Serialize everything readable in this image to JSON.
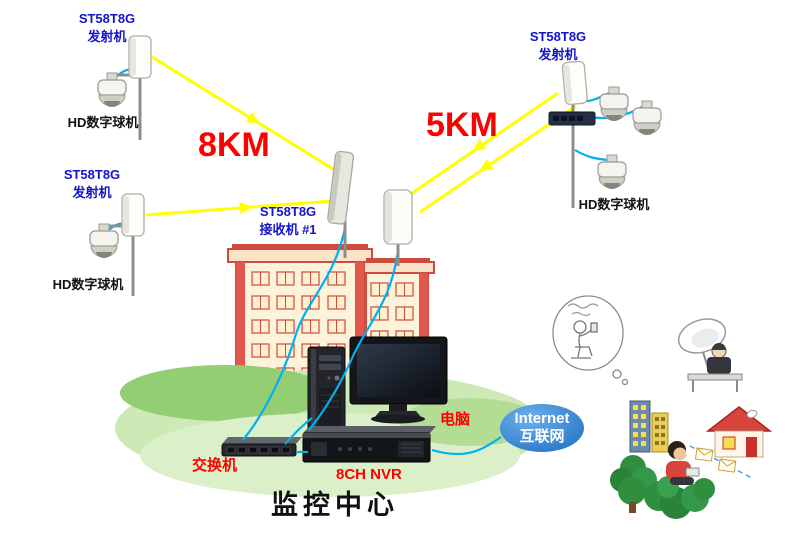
{
  "transmitters": [
    {
      "model": "ST58T8G",
      "type": "发射机",
      "camera": "HD数字球机"
    },
    {
      "model": "ST58T8G",
      "type": "发射机",
      "camera": "HD数字球机"
    },
    {
      "model": "ST58T8G",
      "type": "发射机",
      "camera": "HD数字球机"
    }
  ],
  "receiver": {
    "model": "ST58T8G",
    "name": "接收机 #1"
  },
  "links": [
    {
      "distance": "8KM"
    },
    {
      "distance": "5KM"
    }
  ],
  "control_room": {
    "title": "监控中心",
    "pc": "电脑",
    "switch": "交换机",
    "nvr": "8CH NVR"
  },
  "internet": {
    "name": "Internet",
    "name_cn": "互联网"
  },
  "colors": {
    "label_blue": "#1414cc",
    "distance_red": "#ff0000",
    "device_label_red": "#ff0000",
    "link_yellow": "#ffff00",
    "cable_blue": "#00b0f0",
    "internet_blue": "#2e7fd0",
    "building_red": "#cf4a3f",
    "grass_green": "#cde9b6"
  }
}
